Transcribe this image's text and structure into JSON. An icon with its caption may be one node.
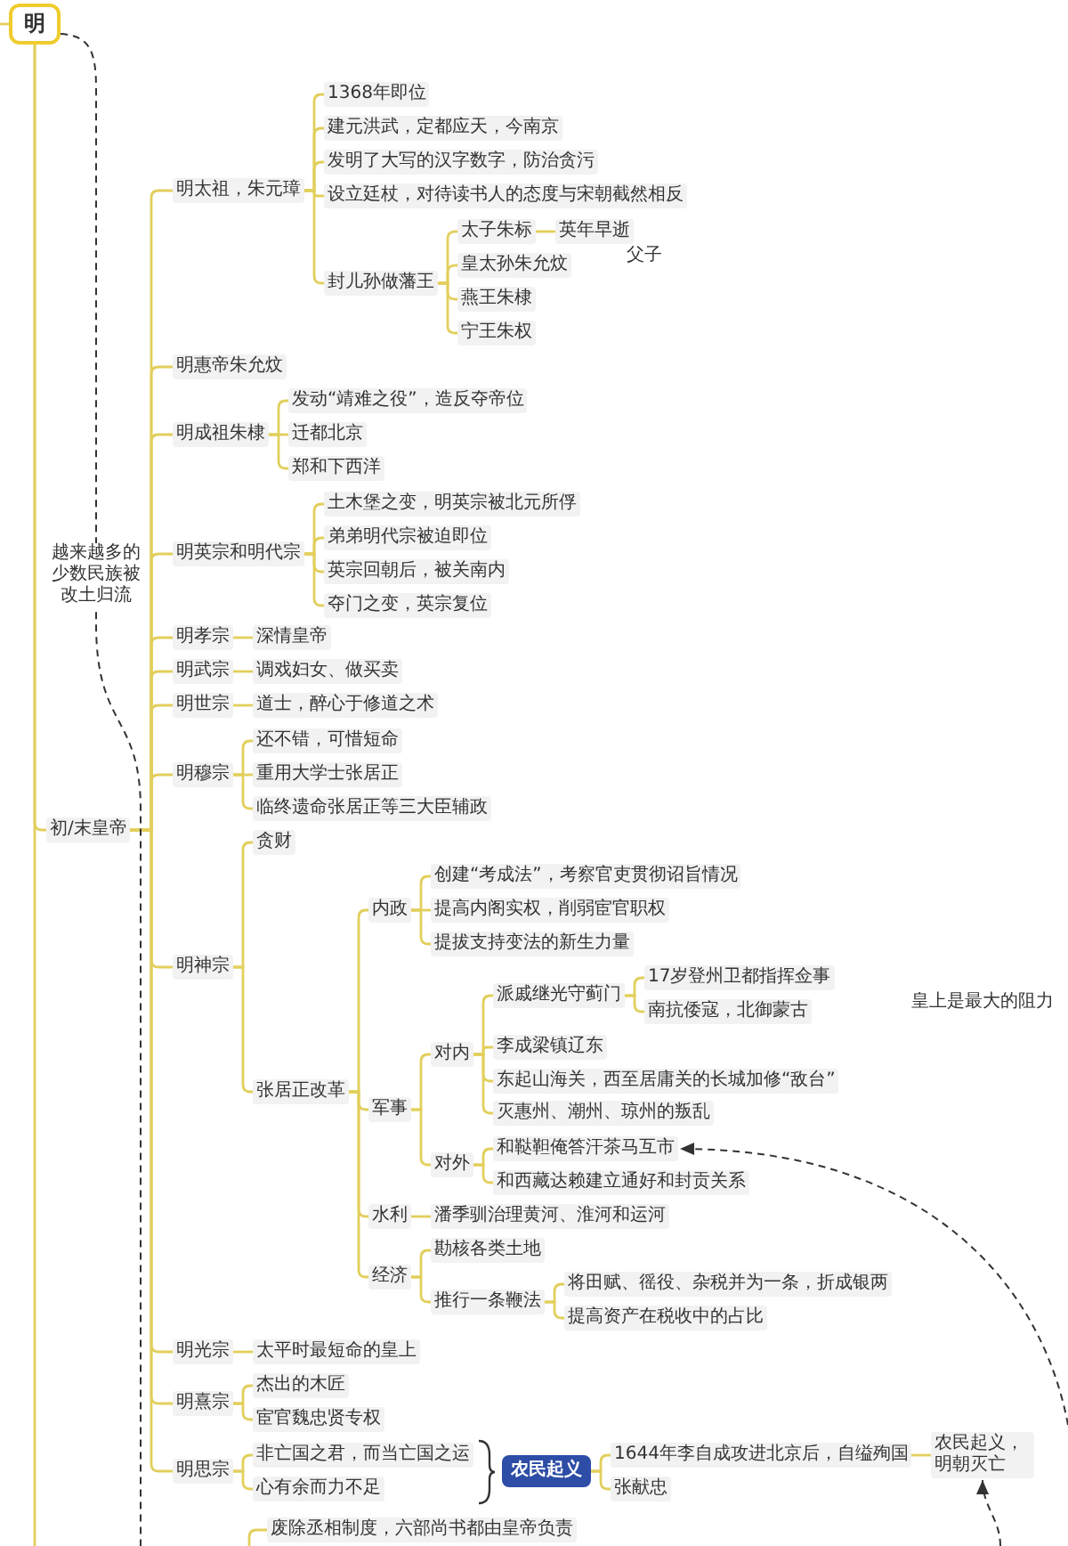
{
  "diagram": {
    "nodes": [
      {
        "text": [
          "明"
        ]
      },
      {
        "text": [
          "初/末皇帝"
        ]
      },
      {
        "text": [
          "明太祖，朱元璋"
        ]
      },
      {
        "text": [
          "1368年即位"
        ]
      },
      {
        "text": [
          "建元洪武，定都应天，今南京"
        ]
      },
      {
        "text": [
          "发明了大写的汉字数字，防治贪污"
        ]
      },
      {
        "text": [
          "设立廷杖，对待读书人的态度与宋朝截然相反"
        ]
      },
      {
        "text": [
          "封儿孙做藩王"
        ]
      },
      {
        "text": [
          "太子朱标"
        ]
      },
      {
        "text": [
          "英年早逝"
        ]
      },
      {
        "text": [
          "皇太孙朱允炆"
        ]
      },
      {
        "text": [
          "燕王朱棣"
        ]
      },
      {
        "text": [
          "宁王朱权"
        ]
      },
      {
        "text": [
          "明惠帝朱允炆"
        ]
      },
      {
        "text": [
          "明成祖朱棣"
        ]
      },
      {
        "text": [
          "发动“靖难之役”，造反夺帝位"
        ]
      },
      {
        "text": [
          "迁都北京"
        ]
      },
      {
        "text": [
          "郑和下西洋"
        ]
      },
      {
        "text": [
          "明英宗和明代宗"
        ]
      },
      {
        "text": [
          "土木堡之变，明英宗被北元所俘"
        ]
      },
      {
        "text": [
          "弟弟明代宗被迫即位"
        ]
      },
      {
        "text": [
          "英宗回朝后，被关南内"
        ]
      },
      {
        "text": [
          "夺门之变，英宗复位"
        ]
      },
      {
        "text": [
          "明孝宗"
        ]
      },
      {
        "text": [
          "深情皇帝"
        ]
      },
      {
        "text": [
          "明武宗"
        ]
      },
      {
        "text": [
          "调戏妇女、做买卖"
        ]
      },
      {
        "text": [
          "明世宗"
        ]
      },
      {
        "text": [
          "道士，醉心于修道之术"
        ]
      },
      {
        "text": [
          "明穆宗"
        ]
      },
      {
        "text": [
          "还不错，可惜短命"
        ]
      },
      {
        "text": [
          "重用大学士张居正"
        ]
      },
      {
        "text": [
          "临终遗命张居正等三大臣辅政"
        ]
      },
      {
        "text": [
          "明神宗"
        ]
      },
      {
        "text": [
          "贪财"
        ]
      },
      {
        "text": [
          "张居正改革"
        ]
      },
      {
        "text": [
          "内政"
        ]
      },
      {
        "text": [
          "创建“考成法”，考察官吏贯彻诏旨情况"
        ]
      },
      {
        "text": [
          "提高内阁实权，削弱宦官职权"
        ]
      },
      {
        "text": [
          "提拔支持变法的新生力量"
        ]
      },
      {
        "text": [
          "军事"
        ]
      },
      {
        "text": [
          "对内"
        ]
      },
      {
        "text": [
          "派戚继光守蓟门"
        ]
      },
      {
        "text": [
          "17岁登州卫都指挥佥事"
        ]
      },
      {
        "text": [
          "南抗倭寇，北御蒙古"
        ]
      },
      {
        "text": [
          "李成梁镇辽东"
        ]
      },
      {
        "text": [
          "东起山海关，西至居庸关的长城加修“敌台”"
        ]
      },
      {
        "text": [
          "灭惠州、潮州、琼州的叛乱"
        ]
      },
      {
        "text": [
          "对外"
        ]
      },
      {
        "text": [
          "和鞑靼俺答汗茶马互市"
        ]
      },
      {
        "text": [
          "和西藏达赖建立通好和封贡关系"
        ]
      },
      {
        "text": [
          "水利"
        ]
      },
      {
        "text": [
          "潘季驯治理黄河、淮河和运河"
        ]
      },
      {
        "text": [
          "经济"
        ]
      },
      {
        "text": [
          "勘核各类土地"
        ]
      },
      {
        "text": [
          "推行一条鞭法"
        ]
      },
      {
        "text": [
          "将田赋、徭役、杂税并为一条，折成银两"
        ]
      },
      {
        "text": [
          "提高资产在税收中的占比"
        ]
      },
      {
        "text": [
          "明光宗"
        ]
      },
      {
        "text": [
          "太平时最短命的皇上"
        ]
      },
      {
        "text": [
          "明熹宗"
        ]
      },
      {
        "text": [
          "杰出的木匠"
        ]
      },
      {
        "text": [
          "宦官魏忠贤专权"
        ]
      },
      {
        "text": [
          "明思宗"
        ]
      },
      {
        "text": [
          "非亡国之君，而当亡国之运"
        ]
      },
      {
        "text": [
          "心有余而力不足"
        ]
      },
      {
        "text": [
          "农民起义"
        ]
      },
      {
        "text": [
          "1644年李自成攻进北京后，自缢殉国"
        ]
      },
      {
        "text": [
          "农民起义，明朝灭亡"
        ]
      },
      {
        "text": [
          "张献忠"
        ]
      },
      {
        "text": [
          "废除丞相制度，六部尚书都由皇帝负责"
        ]
      }
    ],
    "edges": [
      {
        "from": null,
        "to": 0,
        "arrow": "none"
      },
      {
        "from": 0,
        "to": 1,
        "arrow": "none"
      },
      {
        "from": 0,
        "to": null,
        "arrow": "none"
      },
      {
        "from": 1,
        "to": 2,
        "arrow": "none"
      },
      {
        "from": 2,
        "to": 3,
        "arrow": "none"
      },
      {
        "from": 2,
        "to": 4,
        "arrow": "none"
      },
      {
        "from": 2,
        "to": 5,
        "arrow": "none"
      },
      {
        "from": 2,
        "to": 6,
        "arrow": "none"
      },
      {
        "from": 2,
        "to": 7,
        "arrow": "none"
      },
      {
        "from": 7,
        "to": 8,
        "arrow": "none"
      },
      {
        "from": 8,
        "to": 9,
        "arrow": "none"
      },
      {
        "from": 7,
        "to": 10,
        "arrow": "none"
      },
      {
        "from": 7,
        "to": 11,
        "arrow": "none"
      },
      {
        "from": 7,
        "to": 12,
        "arrow": "none"
      },
      {
        "from": 1,
        "to": 13,
        "arrow": "none"
      },
      {
        "from": 1,
        "to": 14,
        "arrow": "none"
      },
      {
        "from": 14,
        "to": 15,
        "arrow": "none"
      },
      {
        "from": 14,
        "to": 16,
        "arrow": "none"
      },
      {
        "from": 14,
        "to": 17,
        "arrow": "none"
      },
      {
        "from": 1,
        "to": 18,
        "arrow": "none"
      },
      {
        "from": 18,
        "to": 19,
        "arrow": "none"
      },
      {
        "from": 18,
        "to": 20,
        "arrow": "none"
      },
      {
        "from": 18,
        "to": 21,
        "arrow": "none"
      },
      {
        "from": 18,
        "to": 22,
        "arrow": "none"
      },
      {
        "from": 1,
        "to": 23,
        "arrow": "none"
      },
      {
        "from": 23,
        "to": 24,
        "arrow": "none"
      },
      {
        "from": 1,
        "to": 25,
        "arrow": "none"
      },
      {
        "from": 25,
        "to": 26,
        "arrow": "none"
      },
      {
        "from": 1,
        "to": 27,
        "arrow": "none"
      },
      {
        "from": 27,
        "to": 28,
        "arrow": "none"
      },
      {
        "from": 1,
        "to": 29,
        "arrow": "none"
      },
      {
        "from": 29,
        "to": 30,
        "arrow": "none"
      },
      {
        "from": 29,
        "to": 31,
        "arrow": "none"
      },
      {
        "from": 29,
        "to": 32,
        "arrow": "none"
      },
      {
        "from": 1,
        "to": 33,
        "arrow": "none"
      },
      {
        "from": 33,
        "to": 34,
        "arrow": "none"
      },
      {
        "from": 33,
        "to": 35,
        "arrow": "none"
      },
      {
        "from": 35,
        "to": 36,
        "arrow": "none"
      },
      {
        "from": 36,
        "to": 37,
        "arrow": "none"
      },
      {
        "from": 36,
        "to": 38,
        "arrow": "none"
      },
      {
        "from": 36,
        "to": 39,
        "arrow": "none"
      },
      {
        "from": 35,
        "to": 40,
        "arrow": "none"
      },
      {
        "from": 40,
        "to": 41,
        "arrow": "none"
      },
      {
        "from": 41,
        "to": 42,
        "arrow": "none"
      },
      {
        "from": 42,
        "to": 43,
        "arrow": "none"
      },
      {
        "from": 42,
        "to": 44,
        "arrow": "none"
      },
      {
        "from": 41,
        "to": 45,
        "arrow": "none"
      },
      {
        "from": 41,
        "to": 46,
        "arrow": "none"
      },
      {
        "from": 41,
        "to": 47,
        "arrow": "none"
      },
      {
        "from": 40,
        "to": 48,
        "arrow": "none"
      },
      {
        "from": 48,
        "to": 49,
        "arrow": "none"
      },
      {
        "from": 48,
        "to": 50,
        "arrow": "none"
      },
      {
        "from": 35,
        "to": 51,
        "arrow": "none"
      },
      {
        "from": 51,
        "to": 52,
        "arrow": "none"
      },
      {
        "from": 35,
        "to": 53,
        "arrow": "none"
      },
      {
        "from": 53,
        "to": 54,
        "arrow": "none"
      },
      {
        "from": 53,
        "to": 55,
        "arrow": "none"
      },
      {
        "from": 55,
        "to": 56,
        "arrow": "none"
      },
      {
        "from": 55,
        "to": 57,
        "arrow": "none"
      },
      {
        "from": 1,
        "to": 58,
        "arrow": "none"
      },
      {
        "from": 58,
        "to": 59,
        "arrow": "none"
      },
      {
        "from": 1,
        "to": 60,
        "arrow": "none"
      },
      {
        "from": 60,
        "to": 61,
        "arrow": "none"
      },
      {
        "from": 60,
        "to": 62,
        "arrow": "none"
      },
      {
        "from": 1,
        "to": 63,
        "arrow": "none"
      },
      {
        "from": 63,
        "to": 64,
        "arrow": "none"
      },
      {
        "from": 63,
        "to": 65,
        "arrow": "none"
      },
      {
        "from": 66,
        "to": 67,
        "arrow": "none"
      },
      {
        "from": 67,
        "to": 68,
        "arrow": "none"
      },
      {
        "from": 66,
        "to": 69,
        "arrow": "none"
      },
      {
        "from": null,
        "to": 70,
        "arrow": "none"
      },
      {
        "from": 0,
        "to": null,
        "arrow": "none",
        "label": "越来越多的少数民族被改土归流",
        "style": "dashed",
        "color": "#333333"
      },
      {
        "from": null,
        "to": 49,
        "arrow": "to",
        "style": "dashed",
        "color": "#333333"
      },
      {
        "from": null,
        "to": 68,
        "arrow": "to",
        "style": "dashed",
        "color": "#333333"
      }
    ],
    "labels": [
      "父子",
      "皇上是最大的阻力"
    ]
  }
}
